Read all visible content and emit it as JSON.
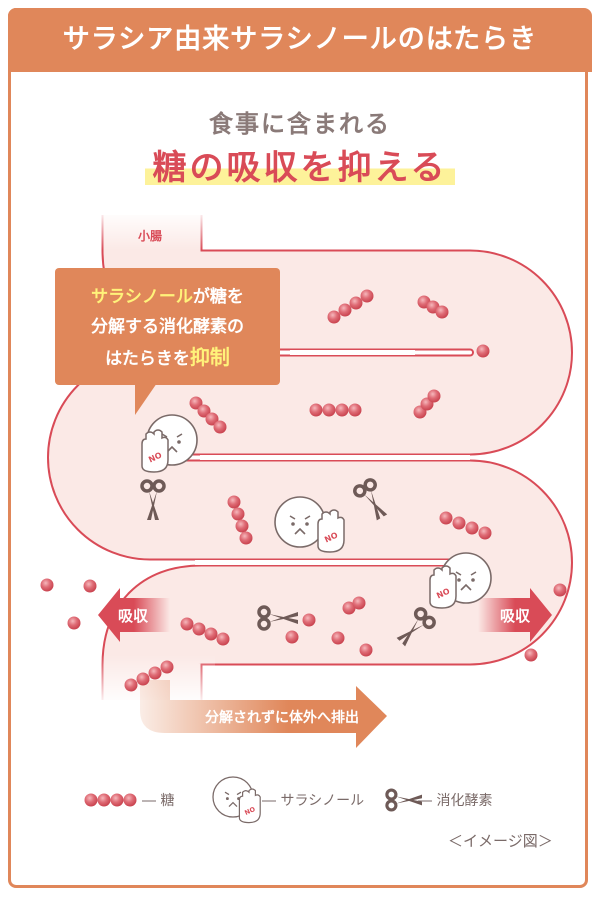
{
  "header": {
    "title": "サラシア由来サラシノールのはたらき"
  },
  "headline": {
    "sub": "食事に含まれる",
    "main": "糖の吸収を抑える"
  },
  "diagram": {
    "intestine_label": "小腸",
    "callout": {
      "line1_highlight": "サラシノール",
      "line1_rest": "が糖を",
      "line2": "分解する消化酵素の",
      "line3_rest": "はたらきを",
      "line3_highlight": "抑制"
    },
    "absorb_left": "吸収",
    "absorb_right": "吸収",
    "excrete": "分解されずに体外へ排出",
    "no_label": "NO"
  },
  "legend": {
    "sugar": "― 糖",
    "salacinol": "― サラシノール",
    "enzyme": "― 消化酵素"
  },
  "note": "＜イメージ図＞",
  "colors": {
    "brand": "#e0875a",
    "accent": "#d94b57",
    "tube": "#fbe9e6",
    "highlight": "#fdf29a"
  }
}
